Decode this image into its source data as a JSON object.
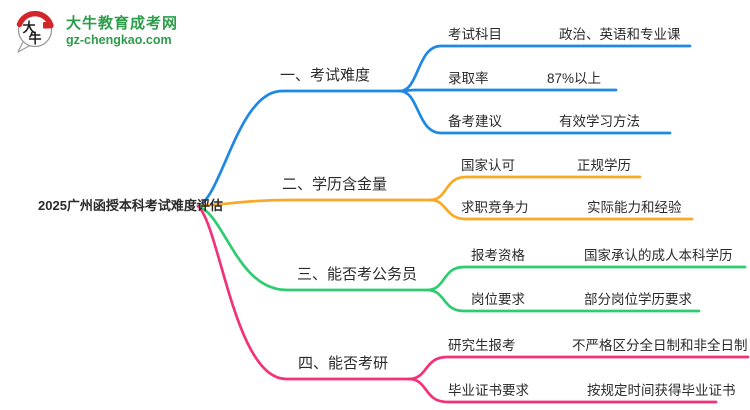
{
  "logo": {
    "title": "大牛教育成考网",
    "subtitle": "gz-chengkao.com",
    "icon_text_top": "大",
    "icon_text_bottom": "牛",
    "brand_green": "#2D9C4B",
    "brand_red": "#D3262B"
  },
  "root": {
    "title": "2025广州函授本科考试难度评估"
  },
  "branches": [
    {
      "label": "一、考试难度",
      "color": "#1E88E5",
      "items": [
        {
          "label": "考试科目",
          "value": "政治、英语和专业课"
        },
        {
          "label": "录取率",
          "value": "87%以上"
        },
        {
          "label": "备考建议",
          "value": "有效学习方法"
        }
      ]
    },
    {
      "label": "二、学历含金量",
      "color": "#F7A928",
      "items": [
        {
          "label": "国家认可",
          "value": "正规学历"
        },
        {
          "label": "求职竞争力",
          "value": "实际能力和经验"
        }
      ]
    },
    {
      "label": "三、能否考公务员",
      "color": "#2ECC71",
      "items": [
        {
          "label": "报考资格",
          "value": "国家承认的成人本科学历"
        },
        {
          "label": "岗位要求",
          "value": "部分岗位学历要求"
        }
      ]
    },
    {
      "label": "四、能否考研",
      "color": "#F23278",
      "items": [
        {
          "label": "研究生报考",
          "value": "不严格区分全日制和非全日制"
        },
        {
          "label": "毕业证书要求",
          "value": "按规定时间获得毕业证书"
        }
      ]
    }
  ]
}
